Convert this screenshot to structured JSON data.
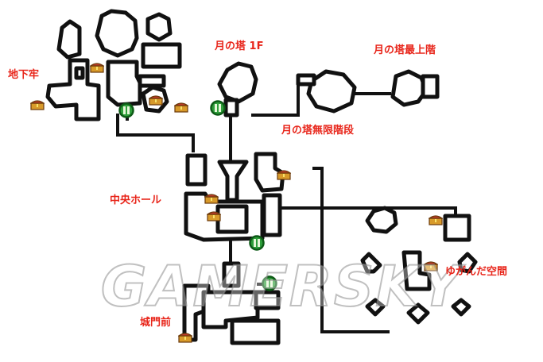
{
  "map": {
    "locations": [
      {
        "id": "dungeon",
        "label": "地下牢"
      },
      {
        "id": "moon-tower-1f",
        "label": "月の塔 1F"
      },
      {
        "id": "moon-tower-top",
        "label": "月の塔最上階"
      },
      {
        "id": "moon-tower-stairs",
        "label": "月の塔無限階段"
      },
      {
        "id": "central-hall",
        "label": "中央ホール"
      },
      {
        "id": "distorted-space",
        "label": "ゆがんだ空間"
      },
      {
        "id": "castle-gate",
        "label": "城門前"
      }
    ],
    "watermark": "GAMERSKY",
    "colors": {
      "label": "#e8251a",
      "wall": "#111111",
      "chest_body": "#d89a2a",
      "chest_lid": "#c0392b",
      "marker_fill": "#2e9e3a",
      "marker_ring": "#0d5a16",
      "marker_glyph": "#e6f7d8"
    },
    "icons": {
      "treasure": "treasure-chest-icon",
      "warp": "warp-point-icon"
    }
  }
}
